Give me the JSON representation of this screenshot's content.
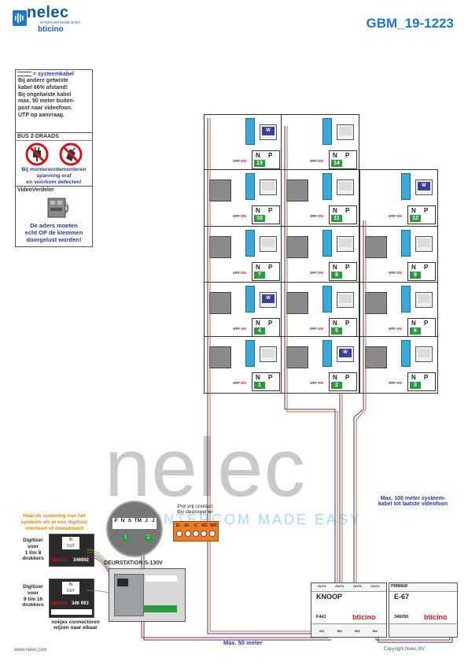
{
  "header": {
    "brand_name": "nelec",
    "brand_tagline": "INTERCOM MADE EASY",
    "brand_sub": "bticino",
    "doc_code": "GBM_19-1223"
  },
  "panels": {
    "cable": {
      "title": "= systeemkabel",
      "lines": [
        "Bij andere getwiste",
        "kabel 66% afstand!",
        "Bij ongetwiste kabel",
        "max. 50 meter buiten-",
        "post naar videofoon.",
        "UTP op aanvraag."
      ]
    },
    "bus": {
      "title": "BUS 2-DRAADS",
      "warning_lines": [
        "Bij monteren/demonteren",
        "spanning eraf",
        "en voorkom defecten!"
      ]
    },
    "video": {
      "title": "VideoVerdeler",
      "warning_lines": [
        "De aders moeten",
        "echt OP de klemmen",
        "doorgelust worden!"
      ]
    }
  },
  "units": {
    "np_left": "N",
    "np_right": "P",
    "off_label": "OFF",
    "on_label": "ON",
    "monitor_badge": "W",
    "numbers": [
      "1",
      "2",
      "3",
      "4",
      "5",
      "6",
      "7",
      "8",
      "9",
      "10",
      "11",
      "12",
      "13",
      "14"
    ]
  },
  "bottom": {
    "digitizer_notice": [
      "Haal de spanning van het",
      "systeem als je een digitizer",
      "monteert of demonteert"
    ],
    "digitizer1_label": [
      "Digitizer",
      "voor",
      "1 t/m 8",
      "drukkers"
    ],
    "digitizer2_label": [
      "Digitizer",
      "voor",
      "9 t/m 16",
      "drukkers"
    ],
    "digitizer1_code": "346992",
    "digitizer2_code": "346 993",
    "digitizer_brand": "bticino",
    "nokjes_note": [
      "nokjes connectoren",
      "wijzen naar elkaar"
    ],
    "zoom_terminals": [
      "P",
      "N",
      "S",
      "TM",
      "J",
      "J"
    ],
    "zoom_numbers": [
      "1",
      "2"
    ],
    "contact_title": [
      "Pot.vrij contact",
      "tbv deuropener"
    ],
    "contact_terminals": [
      "S-",
      "S+",
      "C",
      "NC",
      "NO"
    ],
    "deurstation": "DEURSTATION S-130V",
    "knoop_title": "KNOOP",
    "knoop_code": "F441",
    "knoop_brand": "bticino",
    "knoop_outputs": [
      "OUT1",
      "OUT2",
      "OUT3",
      "OUT4"
    ],
    "knoop_inputs": [
      "IN1",
      "IN2",
      "IN3",
      "IN4"
    ],
    "e67_header": "PRIMAIR",
    "e67_title": "E-67",
    "e67_code": "346050",
    "e67_brand": "bticino",
    "max100": [
      "Max. 100 meter systeem-",
      "kabel tot laatste videofoon"
    ],
    "max50": "Max. 50 meter"
  },
  "watermark": {
    "text": "nelec",
    "tag": "INTERCOM MADE EASY"
  },
  "footer": {
    "left": "www.nelec.com",
    "right": "Copyright Nelec BV"
  }
}
